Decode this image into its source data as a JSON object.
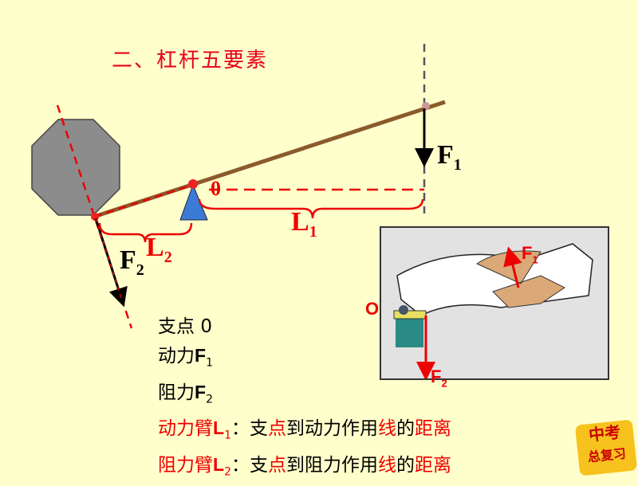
{
  "title": "二、杠杆五要素",
  "diagram": {
    "fulcrum": "0",
    "f1": "F",
    "f1_sub": "1",
    "f2": "F",
    "f2_sub": "2",
    "l1": "L",
    "l1_sub": "1",
    "l2": "L",
    "l2_sub": "2"
  },
  "inset": {
    "o": "O",
    "f1": "F",
    "f1_sub": "1",
    "f2": "F",
    "f2_sub": "2"
  },
  "definitions": [
    {
      "a": "支点",
      "b": "0"
    },
    {
      "a": "动力",
      "b": "F",
      "sub": "1"
    },
    {
      "a": "阻力",
      "b": "F",
      "sub": "2"
    }
  ],
  "arm1": {
    "name": "动力臂",
    "sym": "L",
    "sub": "1",
    "colon": "：",
    "p1": "支",
    "p2": "点",
    "p3": "到动力作用",
    "p4": "线",
    "p5": "的",
    "p6": "距离"
  },
  "arm2": {
    "name": "阻力臂",
    "sym": "L",
    "sub": "2",
    "colon": "：",
    "p1": "支",
    "p2": "点",
    "p3": "到阻力作用",
    "p4": "线",
    "p5": "的",
    "p6": "距离"
  },
  "logo": {
    "line1": "中考",
    "line2": "总复习"
  },
  "colors": {
    "background": "#ffffcc",
    "accent": "#ee0000",
    "lever": "#8b5a2b",
    "fulcrum": "#3a7bd5"
  }
}
